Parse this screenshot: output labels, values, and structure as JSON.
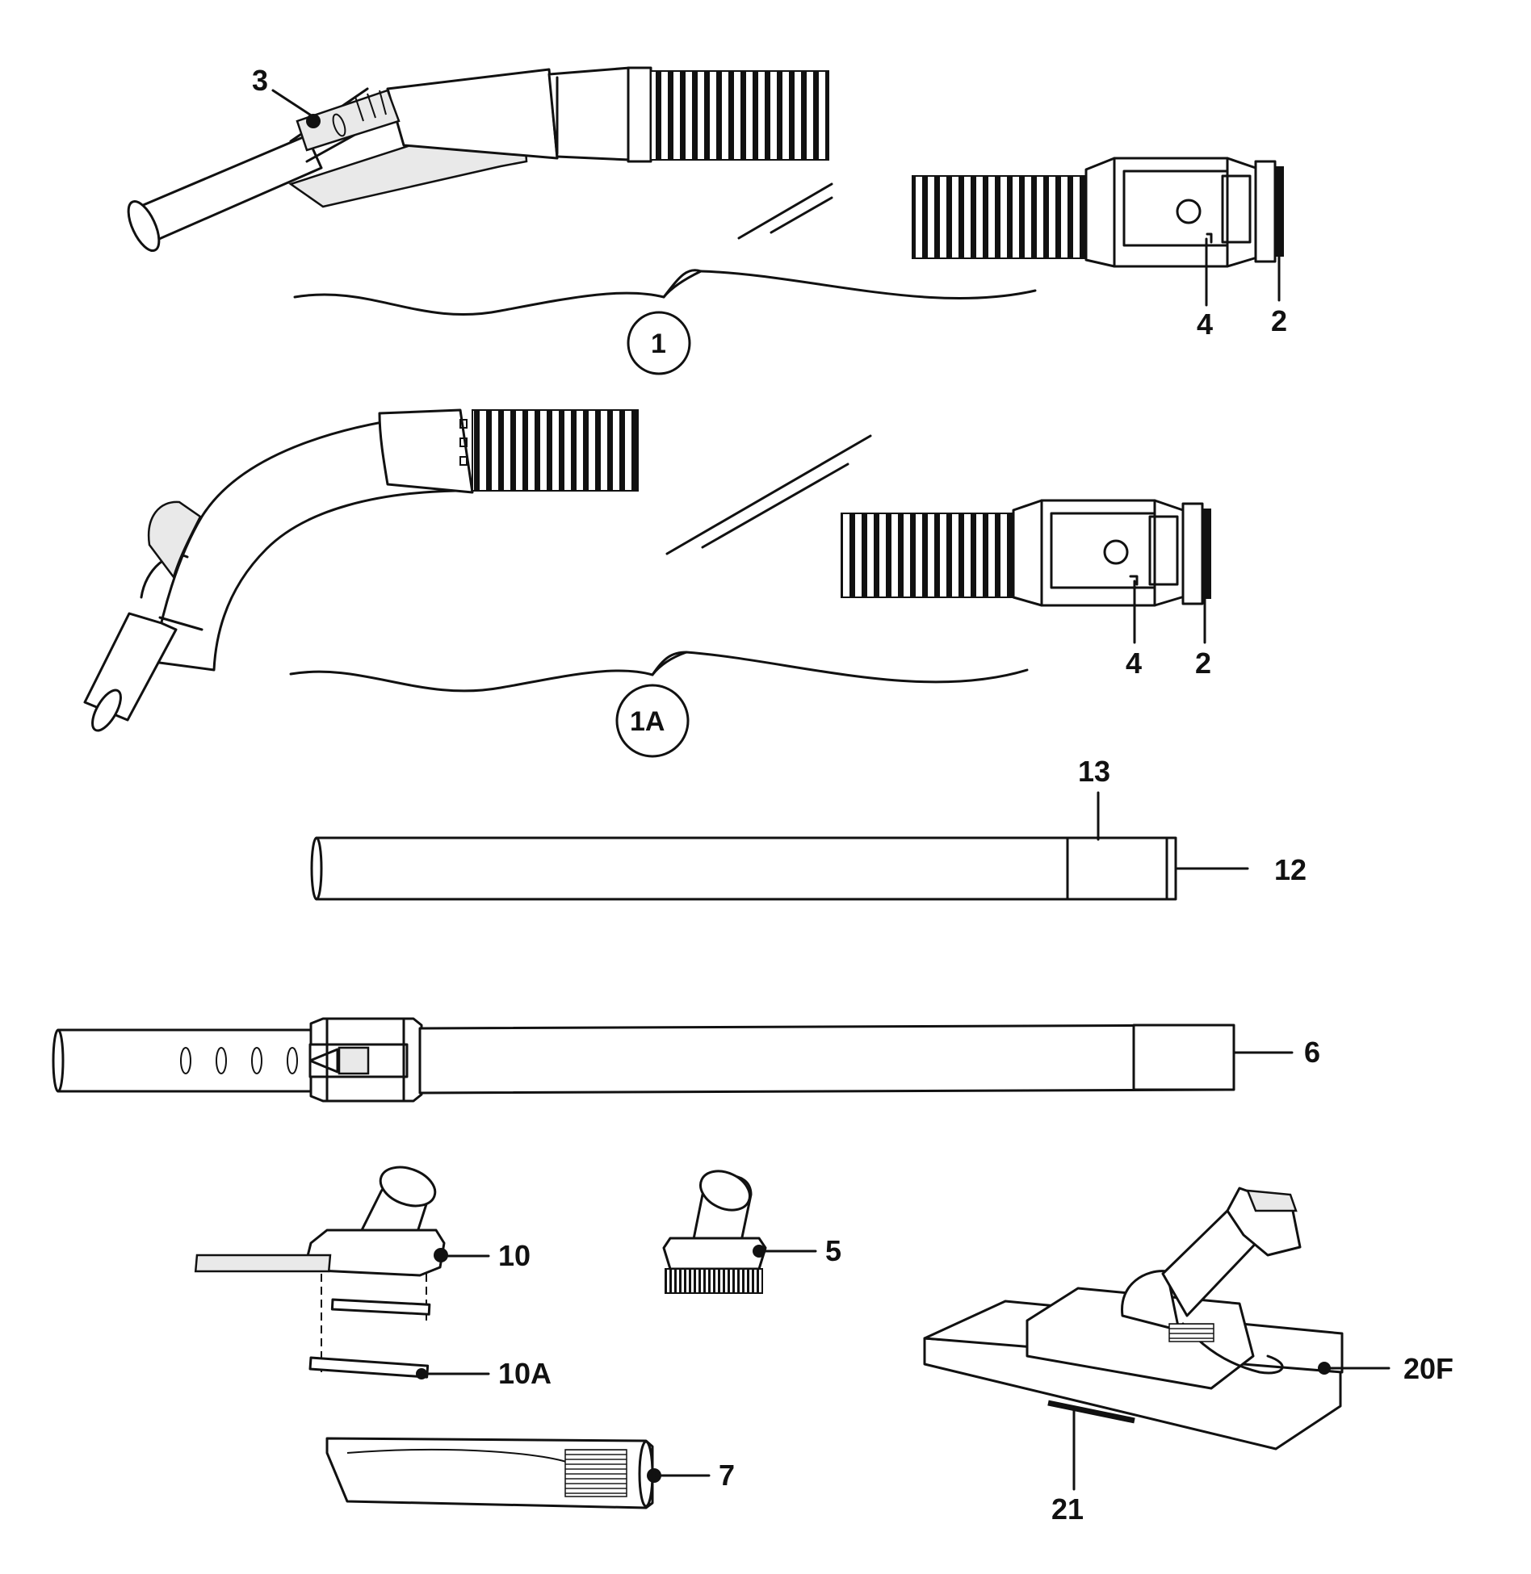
{
  "assemblies": [
    {
      "id": "assembly-1",
      "label": "1"
    },
    {
      "id": "assembly-1a",
      "label": "1A"
    }
  ],
  "callouts": {
    "hose_1_button": "3",
    "hose_1_latch": "4",
    "hose_1_ring": "2",
    "hose_1a_latch": "4",
    "hose_1a_ring": "2",
    "wand_sleeve": "13",
    "wand_straight": "12",
    "wand_telescopic": "6",
    "upholstery_tool": "10",
    "upholstery_insert": "10A",
    "dusting_brush": "5",
    "crevice_tool": "7",
    "floor_nozzle": "20F",
    "floor_strip": "21"
  }
}
